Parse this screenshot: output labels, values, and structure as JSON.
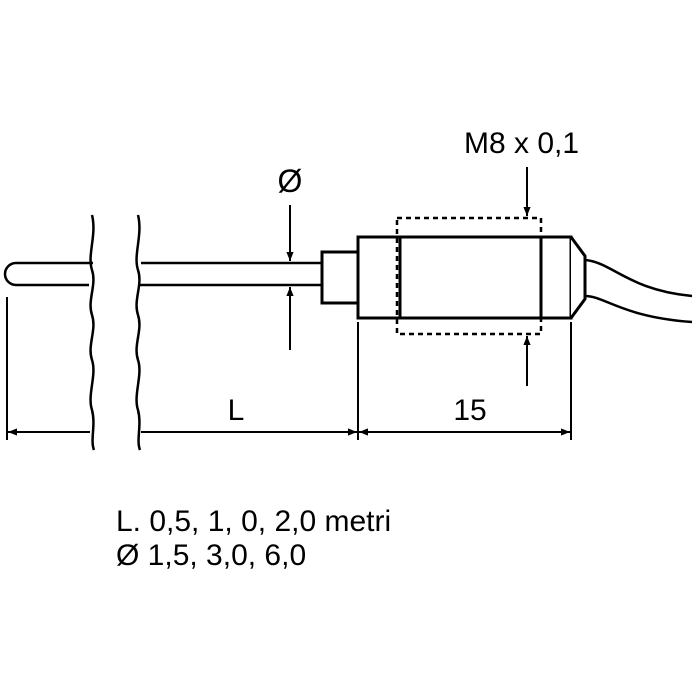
{
  "labels": {
    "thread": "M8 x 0,1",
    "diameter_symbol": "Ø",
    "length_symbol": "L",
    "body_length": "15"
  },
  "notes": {
    "lengths": "L. 0,5, 1, 0, 2,0 metri",
    "diameters": "Ø 1,5, 3,0, 6,0"
  },
  "colors": {
    "ink": "#000000",
    "background": "#ffffff"
  }
}
